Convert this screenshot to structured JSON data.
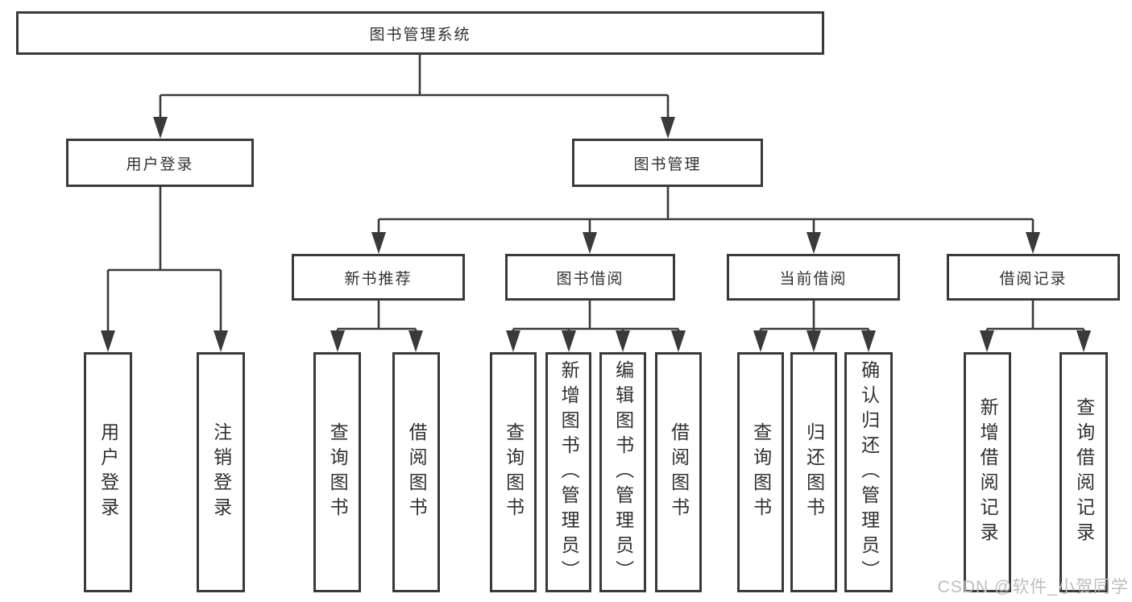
{
  "diagram_type": "hierarchy-tree",
  "watermark": {
    "text": "CSDN @软件_小贺同学"
  },
  "colors": {
    "line": "#3a3a3a",
    "box_border": "#3a3a3a",
    "text": "#303030",
    "watermark": "#bdbdbd",
    "background": "#ffffff"
  },
  "tree": {
    "root": {
      "label": "图书管理系统",
      "children": [
        {
          "label": "用户登录",
          "children": [
            {
              "label": "用户登录"
            },
            {
              "label": "注销登录"
            }
          ]
        },
        {
          "label": "图书管理",
          "children": [
            {
              "label": "新书推荐",
              "children": [
                {
                  "label": "查询图书"
                },
                {
                  "label": "借阅图书"
                }
              ]
            },
            {
              "label": "图书借阅",
              "children": [
                {
                  "label": "查询图书"
                },
                {
                  "label": "新增图书（管理员）"
                },
                {
                  "label": "编辑图书（管理员）"
                },
                {
                  "label": "借阅图书"
                }
              ]
            },
            {
              "label": "当前借阅",
              "children": [
                {
                  "label": "查询图书"
                },
                {
                  "label": "归还图书"
                },
                {
                  "label": "确认归还（管理员）"
                }
              ]
            },
            {
              "label": "借阅记录",
              "children": [
                {
                  "label": "新增借阅记录"
                },
                {
                  "label": "查询借阅记录"
                }
              ]
            }
          ]
        }
      ]
    }
  }
}
